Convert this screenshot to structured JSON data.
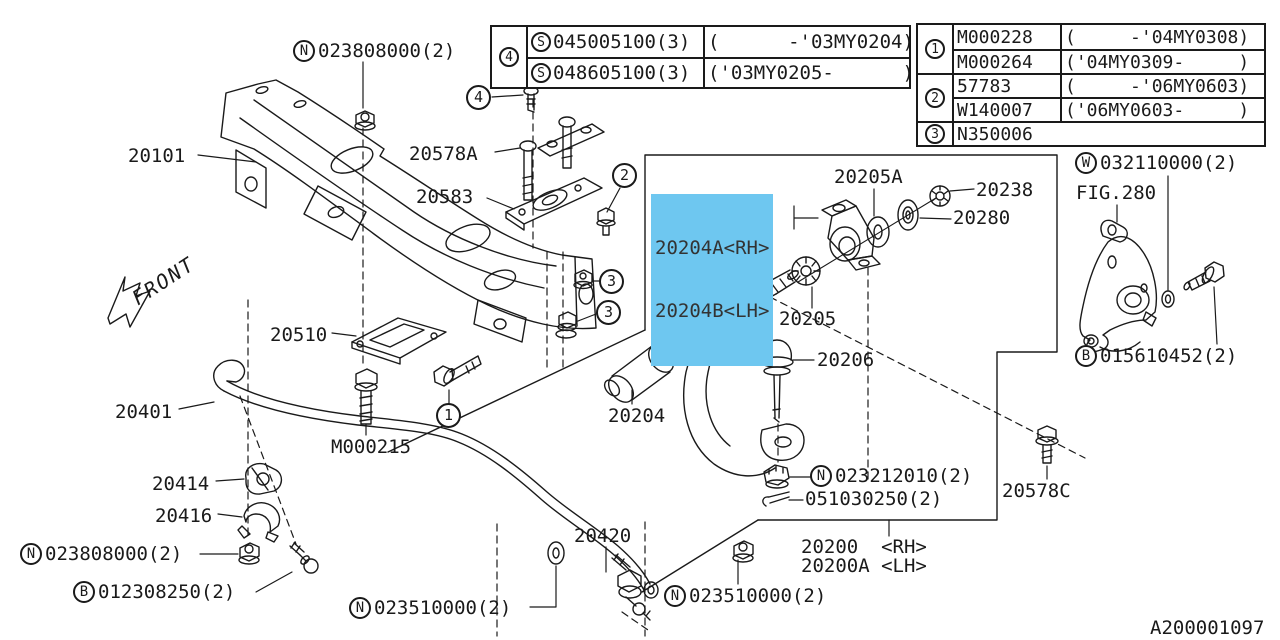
{
  "meta": {
    "drawing_number": "A200001097",
    "highlight_color": "#6ec7f0"
  },
  "front_marker": {
    "label": "FRONT"
  },
  "badges": {
    "one": "1",
    "two": "2",
    "three": "3",
    "four": "4"
  },
  "fastener_table": {
    "badge": "4",
    "rows": [
      {
        "prefix": "S",
        "part": "045005100(3)",
        "applicability": "(      -'03MY0204)"
      },
      {
        "prefix": "S",
        "part": "048605100(3)",
        "applicability": "('03MY0205-      )"
      }
    ]
  },
  "reference_table": {
    "rows": [
      {
        "badge": "1",
        "part": "M000228",
        "applicability": "(     -'04MY0308)"
      },
      {
        "badge": "",
        "part": "M000264",
        "applicability": "('04MY0309-     )"
      },
      {
        "badge": "2",
        "part": "57783",
        "applicability": "(     -'06MY0603)"
      },
      {
        "badge": "",
        "part": "W140007",
        "applicability": "('06MY0603-     )"
      },
      {
        "badge": "3",
        "part": "N350006",
        "applicability": ""
      }
    ]
  },
  "highlighted_parts": {
    "line1": "20204A<RH>",
    "line2": "20204B<LH>"
  },
  "part_labels": {
    "p20101": {
      "text": "20101"
    },
    "n_top": {
      "prefix": "N",
      "text": "023808000(2)"
    },
    "p20578a": {
      "text": "20578A"
    },
    "p20583": {
      "text": "20583"
    },
    "p20510": {
      "text": "20510"
    },
    "p20401": {
      "text": "20401"
    },
    "m000215": {
      "text": "M000215"
    },
    "p20414": {
      "text": "20414"
    },
    "p20416": {
      "text": "20416"
    },
    "n_bottom_left": {
      "prefix": "N",
      "text": "023808000(2)"
    },
    "b_bottom_left": {
      "prefix": "B",
      "text": "012308250(2)"
    },
    "n_bottom_center": {
      "prefix": "N",
      "text": "023510000(2)"
    },
    "p20420": {
      "text": "20420"
    },
    "p20204": {
      "text": "20204"
    },
    "p20205": {
      "text": "20205"
    },
    "p20206": {
      "text": "20206"
    },
    "p20205a": {
      "text": "20205A"
    },
    "p20238": {
      "text": "20238"
    },
    "p20280": {
      "text": "20280"
    },
    "n_mid": {
      "prefix": "N",
      "text": "023212010(2)"
    },
    "p051030250": {
      "text": "051030250(2)"
    },
    "p20578c": {
      "text": "20578C"
    },
    "p20200_rh": {
      "text": "20200  <RH>"
    },
    "p20200a_lh": {
      "text": "20200A <LH>"
    },
    "n_bottom_right": {
      "prefix": "N",
      "text": "023510000(2)"
    },
    "w_right": {
      "prefix": "W",
      "text": "032110000(2)"
    },
    "fig280": {
      "text": "FIG.280"
    },
    "b_right": {
      "prefix": "B",
      "text": "015610452(2)"
    }
  }
}
